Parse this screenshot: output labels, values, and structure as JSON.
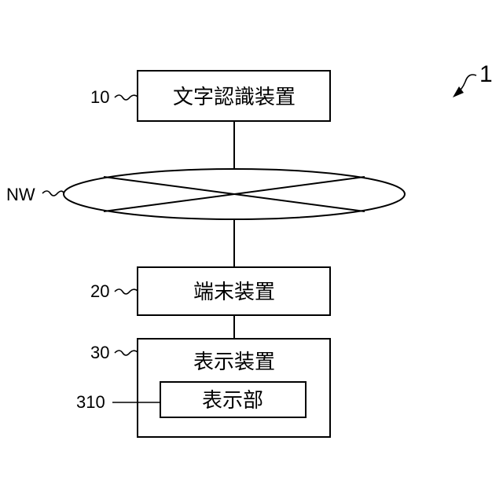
{
  "figure": {
    "label": "1"
  },
  "nodes": {
    "char_recognition": {
      "ref": "10",
      "label": "文字認識装置"
    },
    "network": {
      "ref": "NW"
    },
    "terminal": {
      "ref": "20",
      "label": "端末装置"
    },
    "display_device": {
      "ref": "30",
      "label": "表示装置"
    },
    "display_unit": {
      "ref": "310",
      "label": "表示部"
    }
  }
}
